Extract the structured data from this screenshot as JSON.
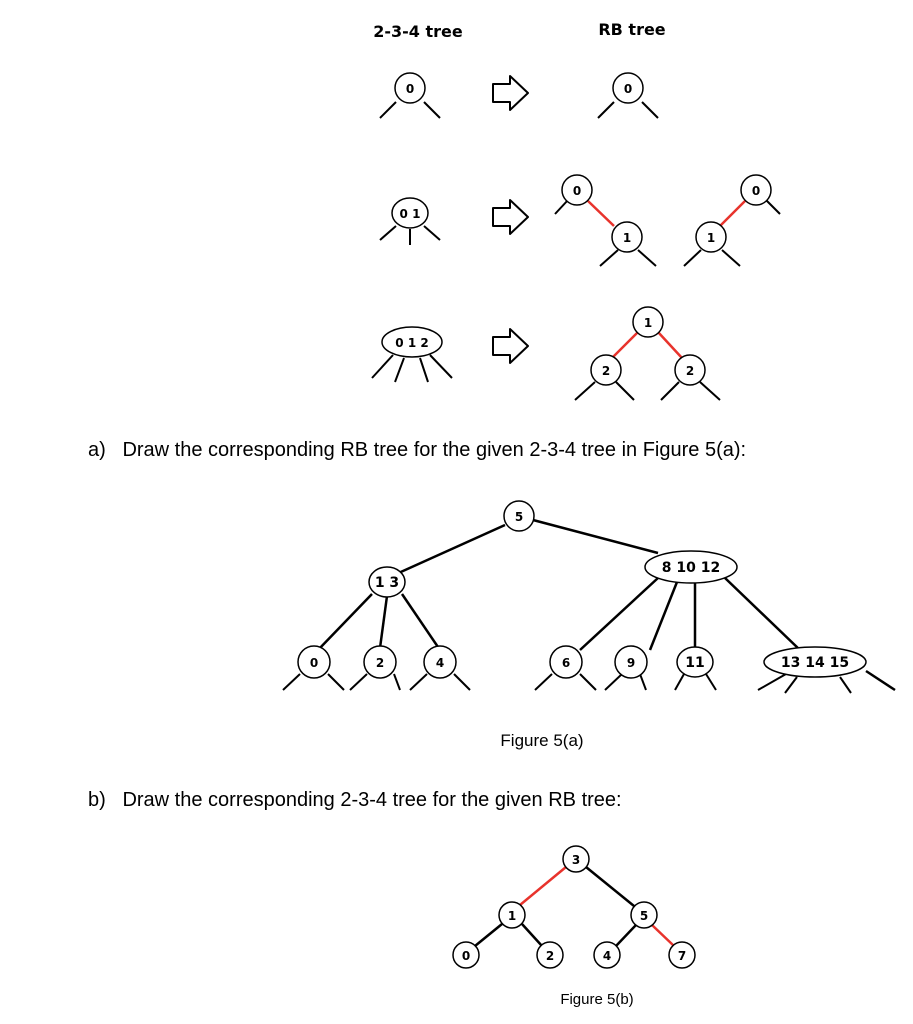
{
  "legend": {
    "header_left": "2-3-4 tree",
    "header_right": "RB tree",
    "row1": {
      "left": "0",
      "right": "0"
    },
    "row2": {
      "left": "0 1",
      "right_a_parent": "0",
      "right_a_child": "1",
      "right_b_parent": "0",
      "right_b_child": "1"
    },
    "row3": {
      "left": "0 1 2",
      "right_root": "1",
      "right_left": "2",
      "right_right": "2"
    }
  },
  "question_a": "a)   Draw the corresponding RB tree for the given 2-3-4 tree in Figure 5(a):",
  "figure_a": {
    "caption": "Figure 5(a)",
    "nodes": {
      "root": "5",
      "left": "1 3",
      "right": "8 10 12",
      "leaf0": "0",
      "leaf2": "2",
      "leaf4": "4",
      "leaf6": "6",
      "leaf9": "9",
      "leaf11": "11",
      "leaf13": "13 14 15"
    }
  },
  "question_b": "b)   Draw the corresponding 2-3-4 tree for the given RB tree:",
  "figure_b": {
    "caption": "Figure 5(b)",
    "nodes": {
      "n3": "3",
      "n1": "1",
      "n5": "5",
      "n0": "0",
      "n2": "2",
      "n4": "4",
      "n7": "7"
    }
  },
  "colors": {
    "red_link": "#e8332c",
    "black_link": "#000000",
    "node_fill": "#ffffff"
  }
}
